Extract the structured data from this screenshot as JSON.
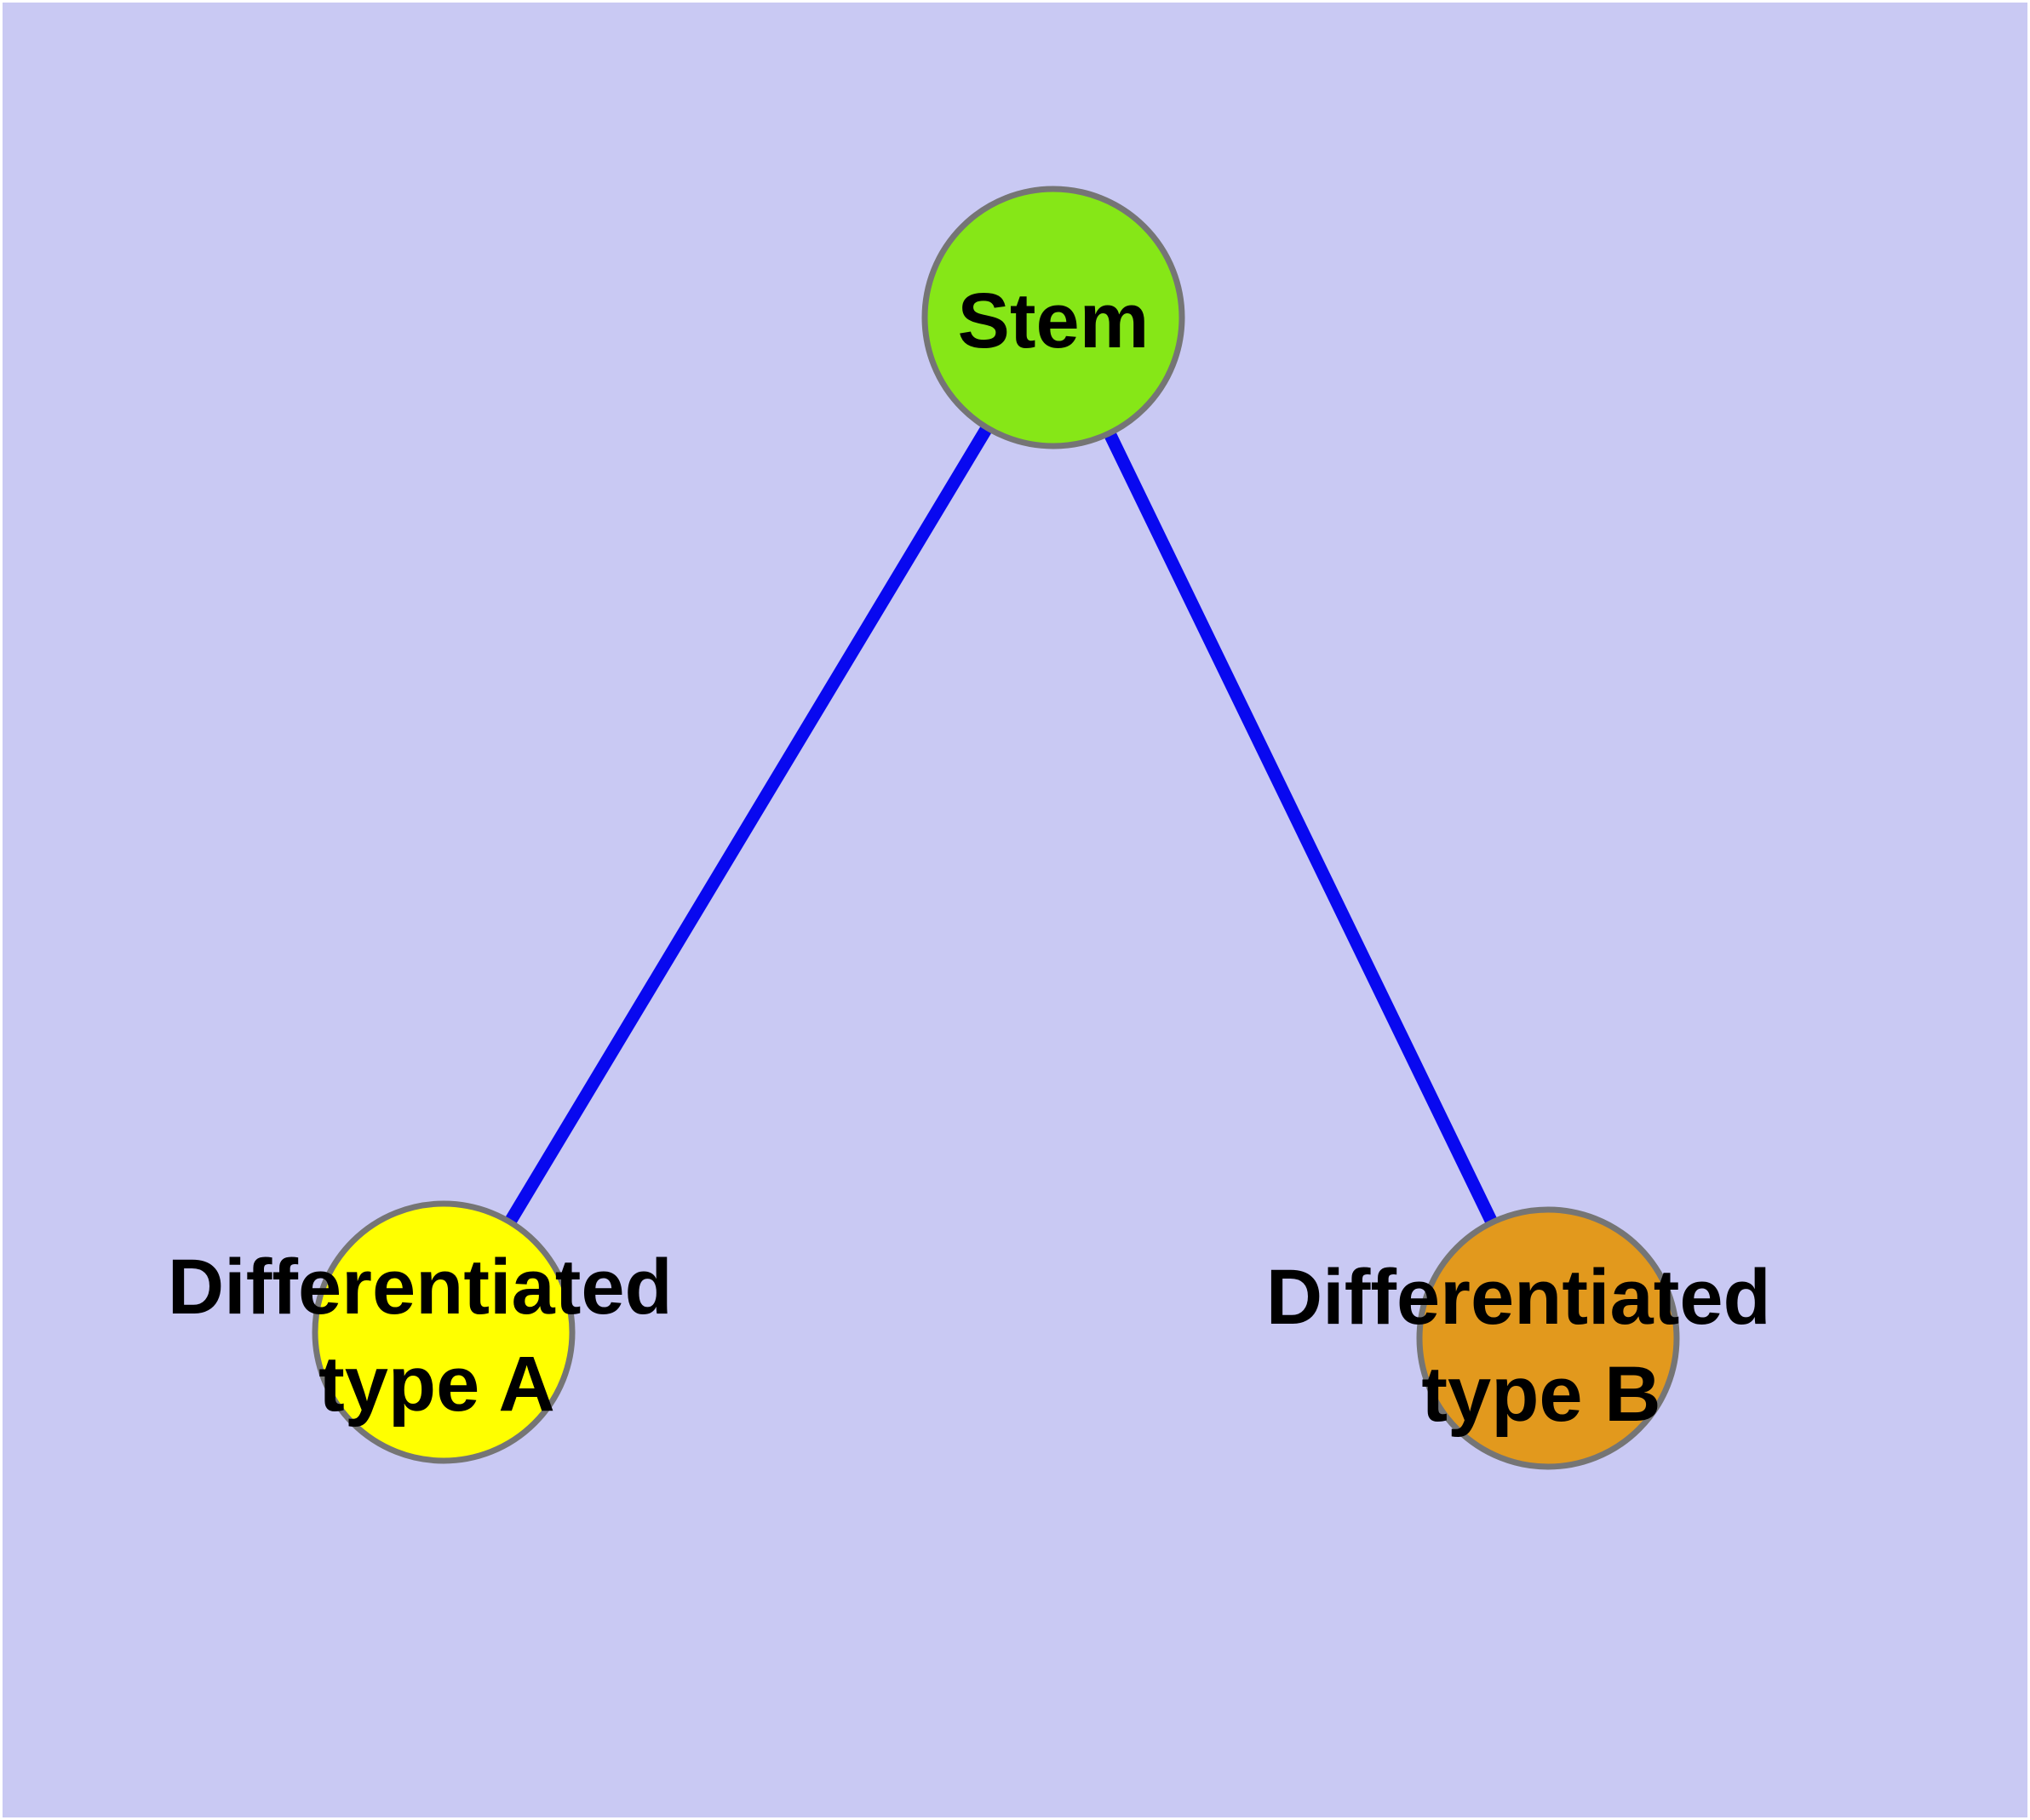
{
  "diagram": {
    "type": "node-link-graph",
    "description": "Stem cell differentiation diagram: one stem node branching to two differentiated cell type nodes",
    "colors": {
      "background": "#C9C9F3",
      "page_margin": "#FFFFFF",
      "edge": "#0808F0",
      "node_border": "#757575",
      "label_text": "#000000",
      "stem_fill": "#86E717",
      "type_a_fill": "#FFFF00",
      "type_b_fill": "#E2991D"
    },
    "nodes": [
      {
        "id": "stem",
        "label": "Stem",
        "fill": "#86E717"
      },
      {
        "id": "differentiated-type-a",
        "label": "Differentiated type A",
        "label_lines": [
          "Differentiated",
          "type A"
        ],
        "fill": "#FFFF00"
      },
      {
        "id": "differentiated-type-b",
        "label": "Differentiated type B",
        "label_lines": [
          "Differentiated",
          "type B"
        ],
        "fill": "#E2991D"
      }
    ],
    "edges": [
      {
        "from": "Stem",
        "to": "Differentiated type A"
      },
      {
        "from": "Stem",
        "to": "Differentiated type B"
      }
    ]
  }
}
